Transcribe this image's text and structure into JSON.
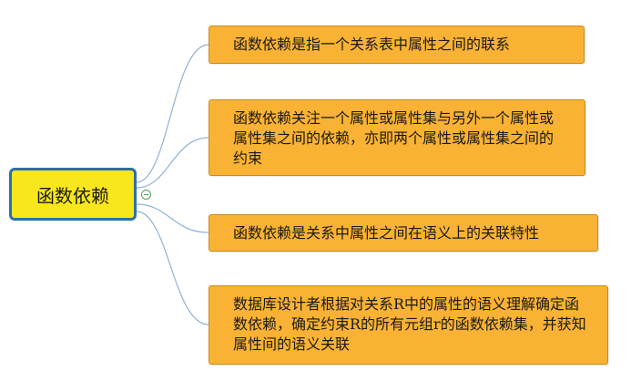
{
  "root": {
    "label": "函数依赖"
  },
  "nodes": [
    {
      "text": "函数依赖是指一个关系表中属性之间的联系"
    },
    {
      "text": "函数依赖关注一个属性或属性集与另外一个属性或属性集之间的依赖，亦即两个属性或属性集之间的约束"
    },
    {
      "text": "函数依赖是关系中属性之间在语义上的关联特性"
    },
    {
      "text": "数据库设计者根据对关系R中的属性的语义理解确定函数依赖，确定约束R的所有元组r的函数依赖集，并获知属性间的语义关联"
    }
  ],
  "colors": {
    "root_fill": "#f8e71c",
    "root_border": "#2e6fa8",
    "node_fill": "#f9b233",
    "connector": "#8fb3d6"
  }
}
